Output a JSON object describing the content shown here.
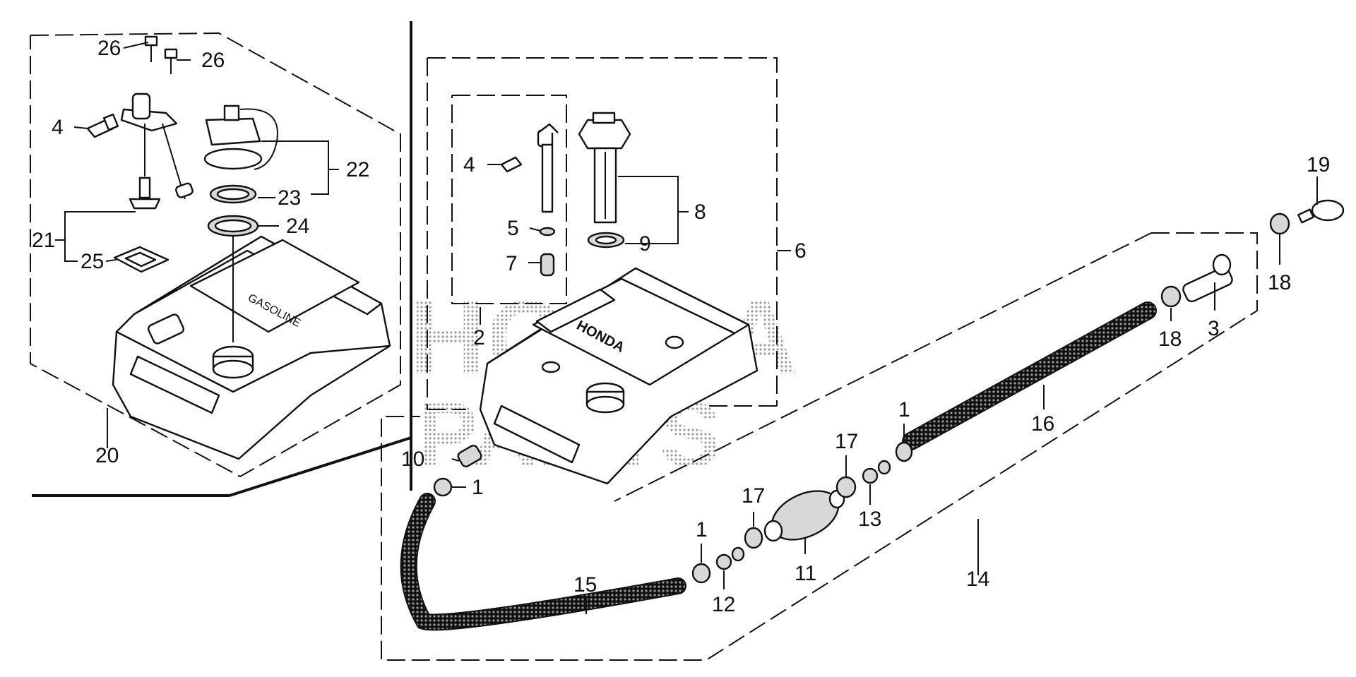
{
  "diagram": {
    "watermark": [
      "HONDA",
      "PARTS"
    ],
    "tank_label_left": "GASOLINE",
    "tank_label_right": "HONDA",
    "callouts": {
      "c26a": "26",
      "c26b": "26",
      "c4a": "4",
      "c22": "22",
      "c23": "23",
      "c24": "24",
      "c21": "21",
      "c25": "25",
      "c20": "20",
      "c4b": "4",
      "c2": "2",
      "c5": "5",
      "c7": "7",
      "c8": "8",
      "c9": "9",
      "c6": "6",
      "c19": "19",
      "c18a": "18",
      "c18b": "18",
      "c3": "3",
      "c16": "16",
      "c14": "14",
      "c1a": "1",
      "c1b": "1",
      "c1c": "1",
      "c10": "10",
      "c17a": "17",
      "c17b": "17",
      "c13": "13",
      "c11": "11",
      "c12": "12",
      "c15": "15"
    }
  },
  "colors": {
    "line": "#111111",
    "background": "#ffffff",
    "watermark": "#9a9a9a"
  }
}
